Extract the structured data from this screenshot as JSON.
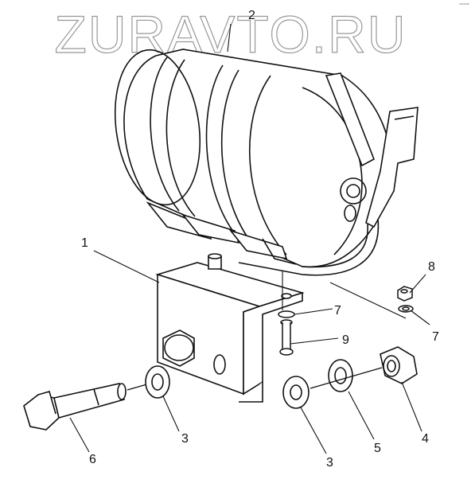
{
  "watermark": {
    "text": "ZURAVTO.RU",
    "tiny_mark": "zuravto"
  },
  "callouts": [
    {
      "id": "c1",
      "label": "1"
    },
    {
      "id": "c2",
      "label": "2"
    },
    {
      "id": "c3a",
      "label": "3"
    },
    {
      "id": "c3b",
      "label": "3"
    },
    {
      "id": "c4",
      "label": "4"
    },
    {
      "id": "c5",
      "label": "5"
    },
    {
      "id": "c6",
      "label": "6"
    },
    {
      "id": "c7a",
      "label": "7"
    },
    {
      "id": "c7b",
      "label": "7"
    },
    {
      "id": "c8",
      "label": "8"
    },
    {
      "id": "c9",
      "label": "9"
    }
  ],
  "parts": {
    "bracket": "bracket",
    "extinguisher": "fire-extinguisher",
    "washer": "washer",
    "bolt": "bolt",
    "spring_washer": "spring-washer",
    "nut": "nut",
    "lock_washer": "lock-washer",
    "small_nut": "small-nut",
    "screw": "screw"
  }
}
